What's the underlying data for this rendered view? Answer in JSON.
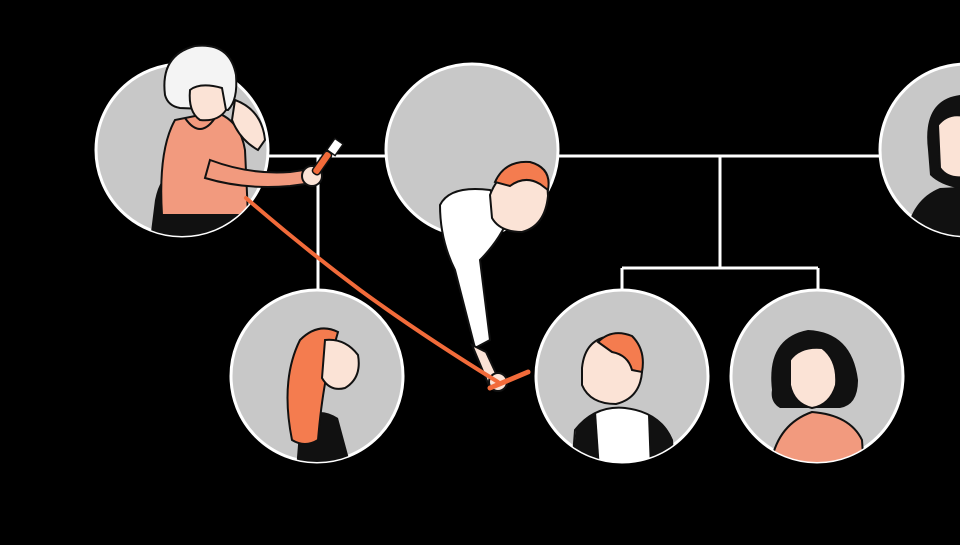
{
  "colors": {
    "background": "#000000",
    "circle_fill": "#c8c8c8",
    "circle_stroke": "#ffffff",
    "connector": "#ffffff",
    "accent": "#f26b3a",
    "skin": "#fbe3d6",
    "salmon": "#f29a7e",
    "hair_red": "#f47c4f",
    "hair_black": "#111111",
    "hair_white": "#f4f4f4"
  },
  "illustration": {
    "subject": "family-tree",
    "people": [
      {
        "id": "grandmother",
        "icon": "grandmother-painter-figure"
      },
      {
        "id": "father",
        "icon": "leaning-man-figure"
      },
      {
        "id": "aunt",
        "icon": "elderly-woman-figure"
      },
      {
        "id": "daughter",
        "icon": "red-haired-woman-figure"
      },
      {
        "id": "son",
        "icon": "red-haired-man-figure"
      },
      {
        "id": "sister",
        "icon": "worried-woman-figure"
      }
    ]
  }
}
